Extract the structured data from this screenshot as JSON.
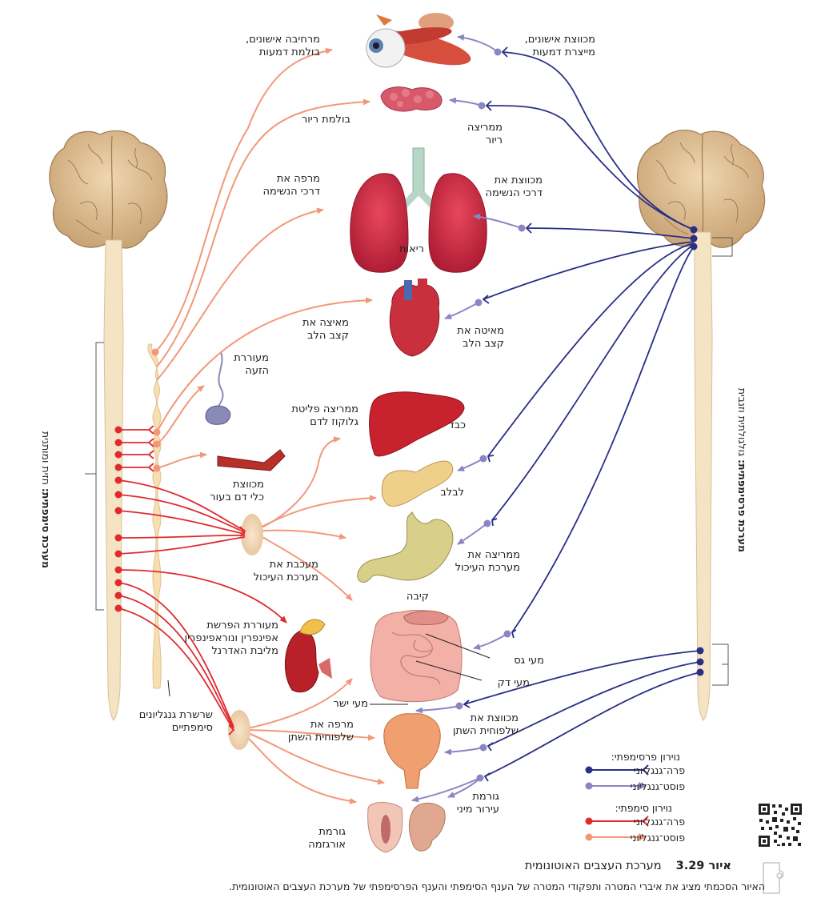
{
  "labels": {
    "eye_symp": [
      "מרחיבה אישונים,",
      "בולמת דמעות"
    ],
    "eye_para": [
      "מכווצת אישונים,",
      "מייצרת דמעות"
    ],
    "saliva_symp": "בולמת ריור",
    "saliva_para": [
      "ממריצה",
      "ריור"
    ],
    "airway_symp": [
      "מרפה את",
      "דרכי הנשימה"
    ],
    "airway_para": [
      "מכווצת את",
      "דרכי הנשימה"
    ],
    "lungs": "ריאות",
    "heart_symp": [
      "מאיצה את",
      "קצב הלב"
    ],
    "heart_para": [
      "מאיטה את",
      "קצב הלב"
    ],
    "sweat": [
      "מעוררת",
      "הזעה"
    ],
    "vessels": [
      "מכווצת",
      "כלי דם בעור"
    ],
    "liver_symp": [
      "ממריצה פליטת",
      "גלוקוז לדם"
    ],
    "liver": "כבד",
    "pancreas": "לבלב",
    "digest_symp": [
      "מעכבת את",
      "מערכת העיכול"
    ],
    "digest_para": [
      "ממריצה את",
      "מערכת העיכול"
    ],
    "stomach": "קיבה",
    "adrenal": [
      "מעוררת הפרשת",
      "אפינפרין ונוראפינפרין",
      "מליבת האדרנל"
    ],
    "large_intestine": "מעי גס",
    "small_intestine": "מעי דק",
    "rectum": "מעי ישר",
    "chain": [
      "שרשרת גנגליונים",
      "סימפתיים"
    ],
    "bladder_symp": [
      "מרפה את",
      "שלפוחית השתן"
    ],
    "bladder_para": [
      "מכווצת את",
      "שלפוחית השתן"
    ],
    "orgasm": [
      "גורמת",
      "אורגזמה"
    ],
    "arousal": [
      "גורמת",
      "עירור מיני"
    ],
    "symp_system": "מערכת סימפתית:",
    "symp_region": "חזית ומותנית",
    "para_system": "מערכת פרסימפתית:",
    "para_region": "גולגולתית וזנבית"
  },
  "legend": {
    "para_title": "נוירון פרסימפתי:",
    "para_pre": "פרה־גנגליוני",
    "para_post": "פוסט־גנגליוני",
    "symp_title": "נוירון סימפתי:",
    "symp_pre": "פרה־גנגליוני",
    "symp_post": "פוסט־גנגליוני"
  },
  "colors": {
    "para_pre": "#2a2f86",
    "para_post": "#8a86c4",
    "symp_pre": "#e02a2f",
    "symp_post": "#f2987a",
    "spine": "#f5e4c4",
    "brain": "#d9b98f"
  },
  "caption": {
    "figure_label": "איור",
    "figure_number": "3.29",
    "title": "מערכת העצבים האוטונומית",
    "body": "האיור הסכמתי מציג את איברי המטרה ותפקודי המטרה של הענף הסימפתי והענף הפרסימפתי של מערכת העצבים האוטונומית."
  }
}
